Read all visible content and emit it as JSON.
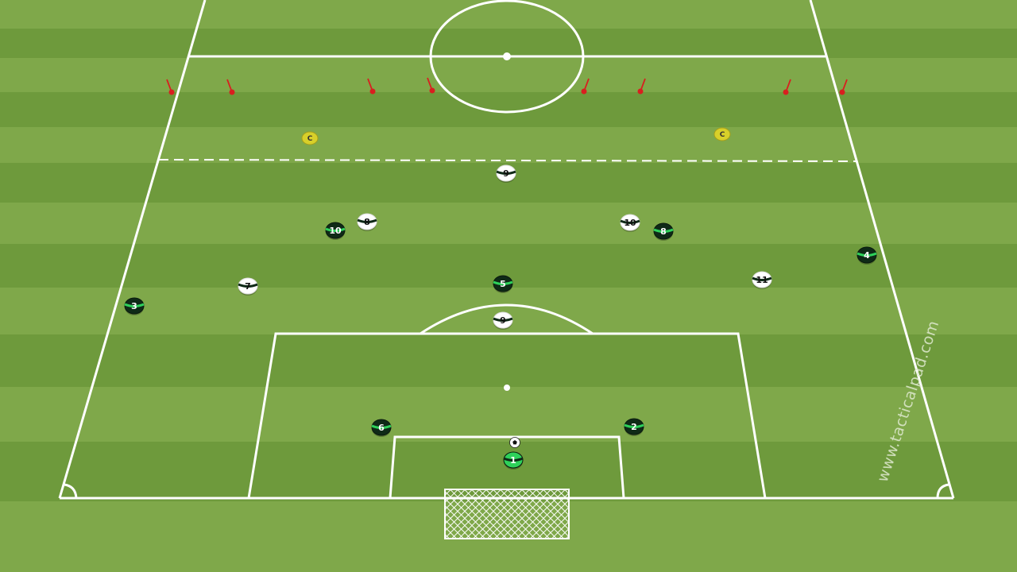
{
  "colors": {
    "grass_light": "#7fa84a",
    "grass_dark": "#6e9a3c",
    "line": "#ffffff",
    "team_dark": "#0f2a17",
    "team_accent": "#2ed15a",
    "team_light": "#ffffff",
    "goalkeeper": "#2ed15a",
    "flag": "#d81f1f",
    "cone": "#d8d02a"
  },
  "watermark": "www.tacticalpad.com",
  "cones": [
    {
      "label": "C"
    },
    {
      "label": "C"
    }
  ],
  "flags_count": 8,
  "dark_team": [
    {
      "number": "10"
    },
    {
      "number": "8"
    },
    {
      "number": "3"
    },
    {
      "number": "5"
    },
    {
      "number": "6"
    },
    {
      "number": "2"
    },
    {
      "number": "4"
    }
  ],
  "light_team": [
    {
      "number": "9"
    },
    {
      "number": "8"
    },
    {
      "number": "10"
    },
    {
      "number": "7"
    },
    {
      "number": "11"
    },
    {
      "number": "9"
    }
  ],
  "goalkeeper": {
    "number": "1"
  }
}
